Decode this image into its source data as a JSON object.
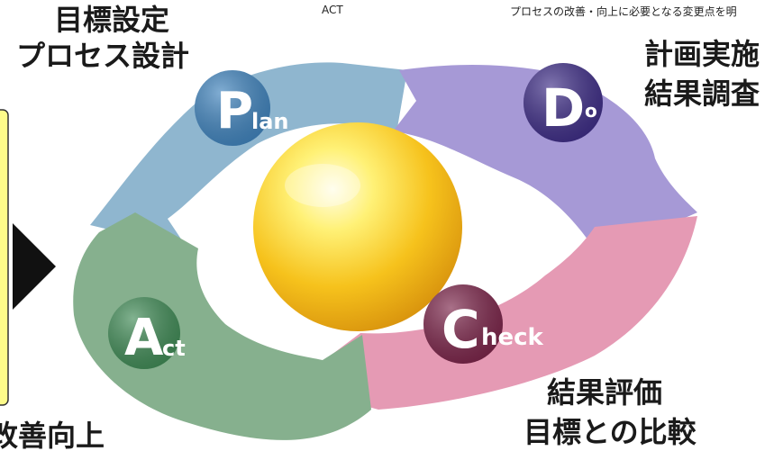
{
  "header": {
    "act_caption": "ACT",
    "note": "プロセスの改善・向上に必要となる変更点を明"
  },
  "labels": {
    "plan_line1": "目標設定",
    "plan_line2": "プロセス設計",
    "do_line1": "計画実施",
    "do_line2": "結果調査",
    "check_line1": "結果評価",
    "check_line2": "目標との比較",
    "act_partial": "改善向上"
  },
  "cycle": {
    "plan": {
      "big": "P",
      "small": "lan"
    },
    "do": {
      "big": "D",
      "small": "o"
    },
    "check": {
      "big": "C",
      "small": "heck"
    },
    "act": {
      "big": "A",
      "small": "ct"
    }
  },
  "colors": {
    "plan_arrow": "#8fb6cf",
    "do_arrow": "#a699d6",
    "check_arrow": "#e59ab4",
    "act_arrow": "#86b08e",
    "plan_circle": "#3f83bd",
    "do_circle": "#3d2c86",
    "check_circle": "#7b2449",
    "act_circle": "#3f8a55",
    "sphere": "#f6c21c",
    "note_box": "#fdfb8a"
  }
}
